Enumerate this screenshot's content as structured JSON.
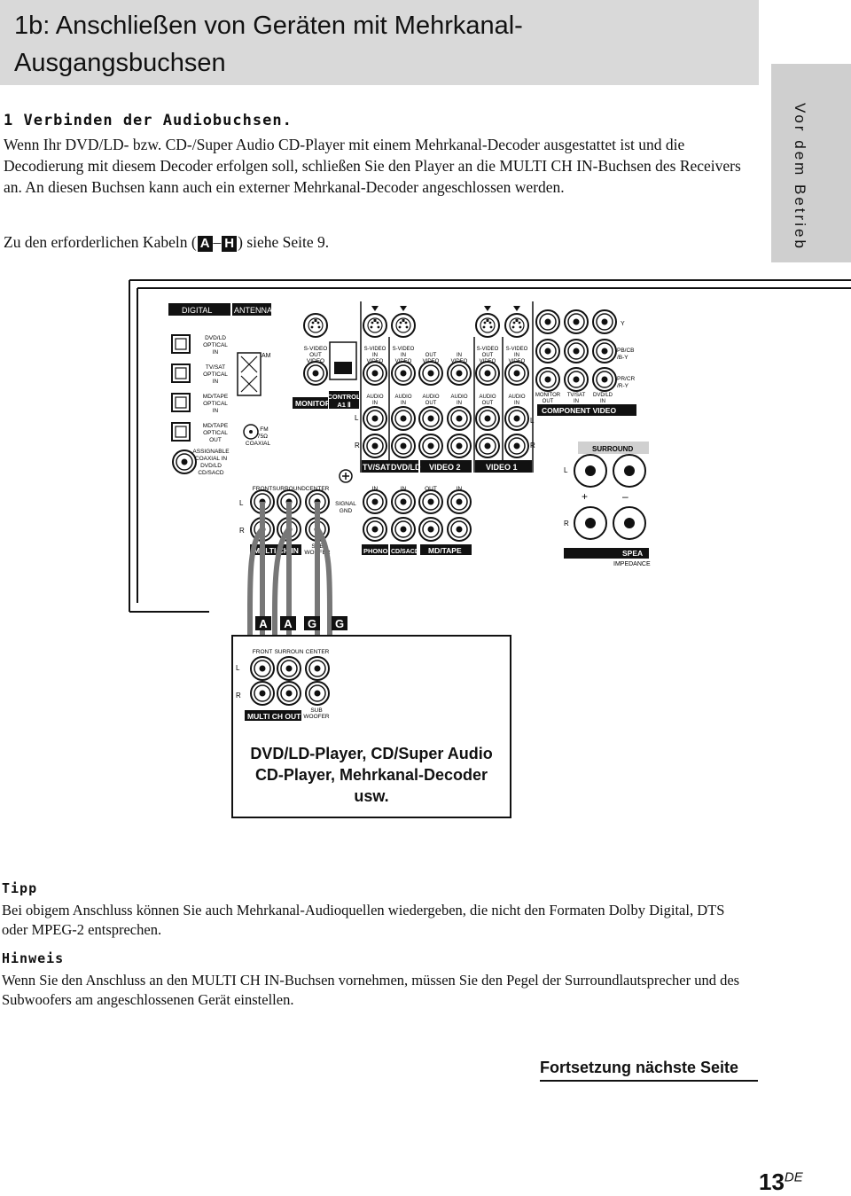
{
  "title": "1b: Anschließen von Geräten mit Mehrkanal-Ausgangsbuchsen",
  "side_tab": "Vor dem Betrieb",
  "step": "1 Verbinden der Audiobuchsen.",
  "intro": "Wenn Ihr DVD/LD- bzw. CD-/Super Audio CD-Player mit einem Mehrkanal-Decoder ausgestattet ist und die Decodierung mit diesem Decoder erfolgen soll, schließen Sie den Player an die MULTI CH IN-Buchsen des Receivers an. An diesen Buchsen kann auch ein externer Mehrkanal-Decoder angeschlossen werden.",
  "cables": {
    "prefix": "Zu den erforderlichen Kabeln (",
    "from": "A",
    "dash": "–",
    "to": "H",
    "suffix": ") siehe Seite 9."
  },
  "diagram": {
    "digital": "DIGITAL",
    "antenna": "ANTENNA",
    "optical_labels": [
      [
        "DVD/LD",
        "OPTICAL",
        "IN"
      ],
      [
        "TV/SAT",
        "OPTICAL",
        "IN"
      ],
      [
        "MD/TAPE",
        "OPTICAL",
        "IN"
      ],
      [
        "MD/TAPE",
        "OPTICAL",
        "OUT"
      ]
    ],
    "coax_label": [
      "ASSIGNABLE",
      "COAXIAL IN",
      "DVD/LD",
      "CD/SACD"
    ],
    "am": "AM",
    "fm": [
      "FM",
      "75Ω",
      "COAXIAL"
    ],
    "svideo_monitor": [
      "S-VIDEO",
      "OUT",
      "VIDEO"
    ],
    "monitor": "MONITOR",
    "control": [
      "CONTROL",
      "A1 Ⅱ"
    ],
    "video_cols": [
      [
        "S-VIDEO",
        "IN",
        "VIDEO"
      ],
      [
        "S-VIDEO",
        "IN",
        "VIDEO"
      ],
      [
        "OUT",
        "VIDEO"
      ],
      [
        "IN",
        "VIDEO"
      ],
      [
        "S-VIDEO",
        "OUT",
        "VIDEO"
      ],
      [
        "S-VIDEO",
        "IN",
        "VIDEO"
      ]
    ],
    "audio_cols": [
      [
        "AUDIO",
        "IN"
      ],
      [
        "AUDIO",
        "IN"
      ],
      [
        "AUDIO",
        "OUT"
      ],
      [
        "AUDIO",
        "IN"
      ],
      [
        "AUDIO",
        "OUT"
      ],
      [
        "AUDIO",
        "IN"
      ]
    ],
    "bar_labels": [
      "TV/SAT",
      "DVD/LD",
      "VIDEO 2",
      "VIDEO 1"
    ],
    "component": {
      "y": "Y",
      "pb": [
        "PB/CB",
        "/B-Y"
      ],
      "pr": [
        "PR/CR",
        "/R-Y"
      ],
      "cols": [
        [
          "MONITOR",
          "OUT"
        ],
        [
          "TV/SAT",
          "IN"
        ],
        [
          "DVD/LD",
          "IN"
        ]
      ],
      "label": "COMPONENT VIDEO"
    },
    "speakers": {
      "surround": "SURROUND",
      "plus": "+",
      "minus": "–",
      "label": "SPEA",
      "impedance": "IMPEDANCE"
    },
    "multi_in": {
      "front": "FRONT",
      "surround": "SURROUND",
      "center": "CENTER",
      "label": "MULTI CH IN",
      "sub": [
        "SUB",
        "WOOFER"
      ]
    },
    "signal_gnd": [
      "SIGNAL",
      "GND"
    ],
    "phono_row": {
      "cols": [
        "IN",
        "IN",
        "OUT",
        "IN"
      ],
      "labels": [
        "PHONO",
        "CD/SACD",
        "MD/TAPE"
      ]
    },
    "L": "L",
    "R": "R",
    "cable_letters": [
      "A",
      "A",
      "G",
      "G"
    ],
    "device": {
      "front": "FRONT",
      "surround": "SURROUN",
      "center": "CENTER",
      "label": "MULTI CH OUT",
      "sub": [
        "SUB",
        "WOOFER"
      ],
      "name": "DVD/LD-Player, CD/Super Audio CD-Player, Mehrkanal-Decoder usw."
    }
  },
  "tip": {
    "heading": "Tipp",
    "text": "Bei obigem Anschluss können Sie auch Mehrkanal-Audioquellen wiedergeben, die nicht den Formaten Dolby Digital, DTS oder MPEG-2 entsprechen."
  },
  "note": {
    "heading": "Hinweis",
    "text": "Wenn Sie den Anschluss an den MULTI CH IN-Buchsen vornehmen, müssen Sie den Pegel der Surroundlautsprecher und des Subwoofers am angeschlossenen Gerät einstellen."
  },
  "continued": "Fortsetzung nächste Seite",
  "page": {
    "number": "13",
    "suffix": "DE"
  }
}
